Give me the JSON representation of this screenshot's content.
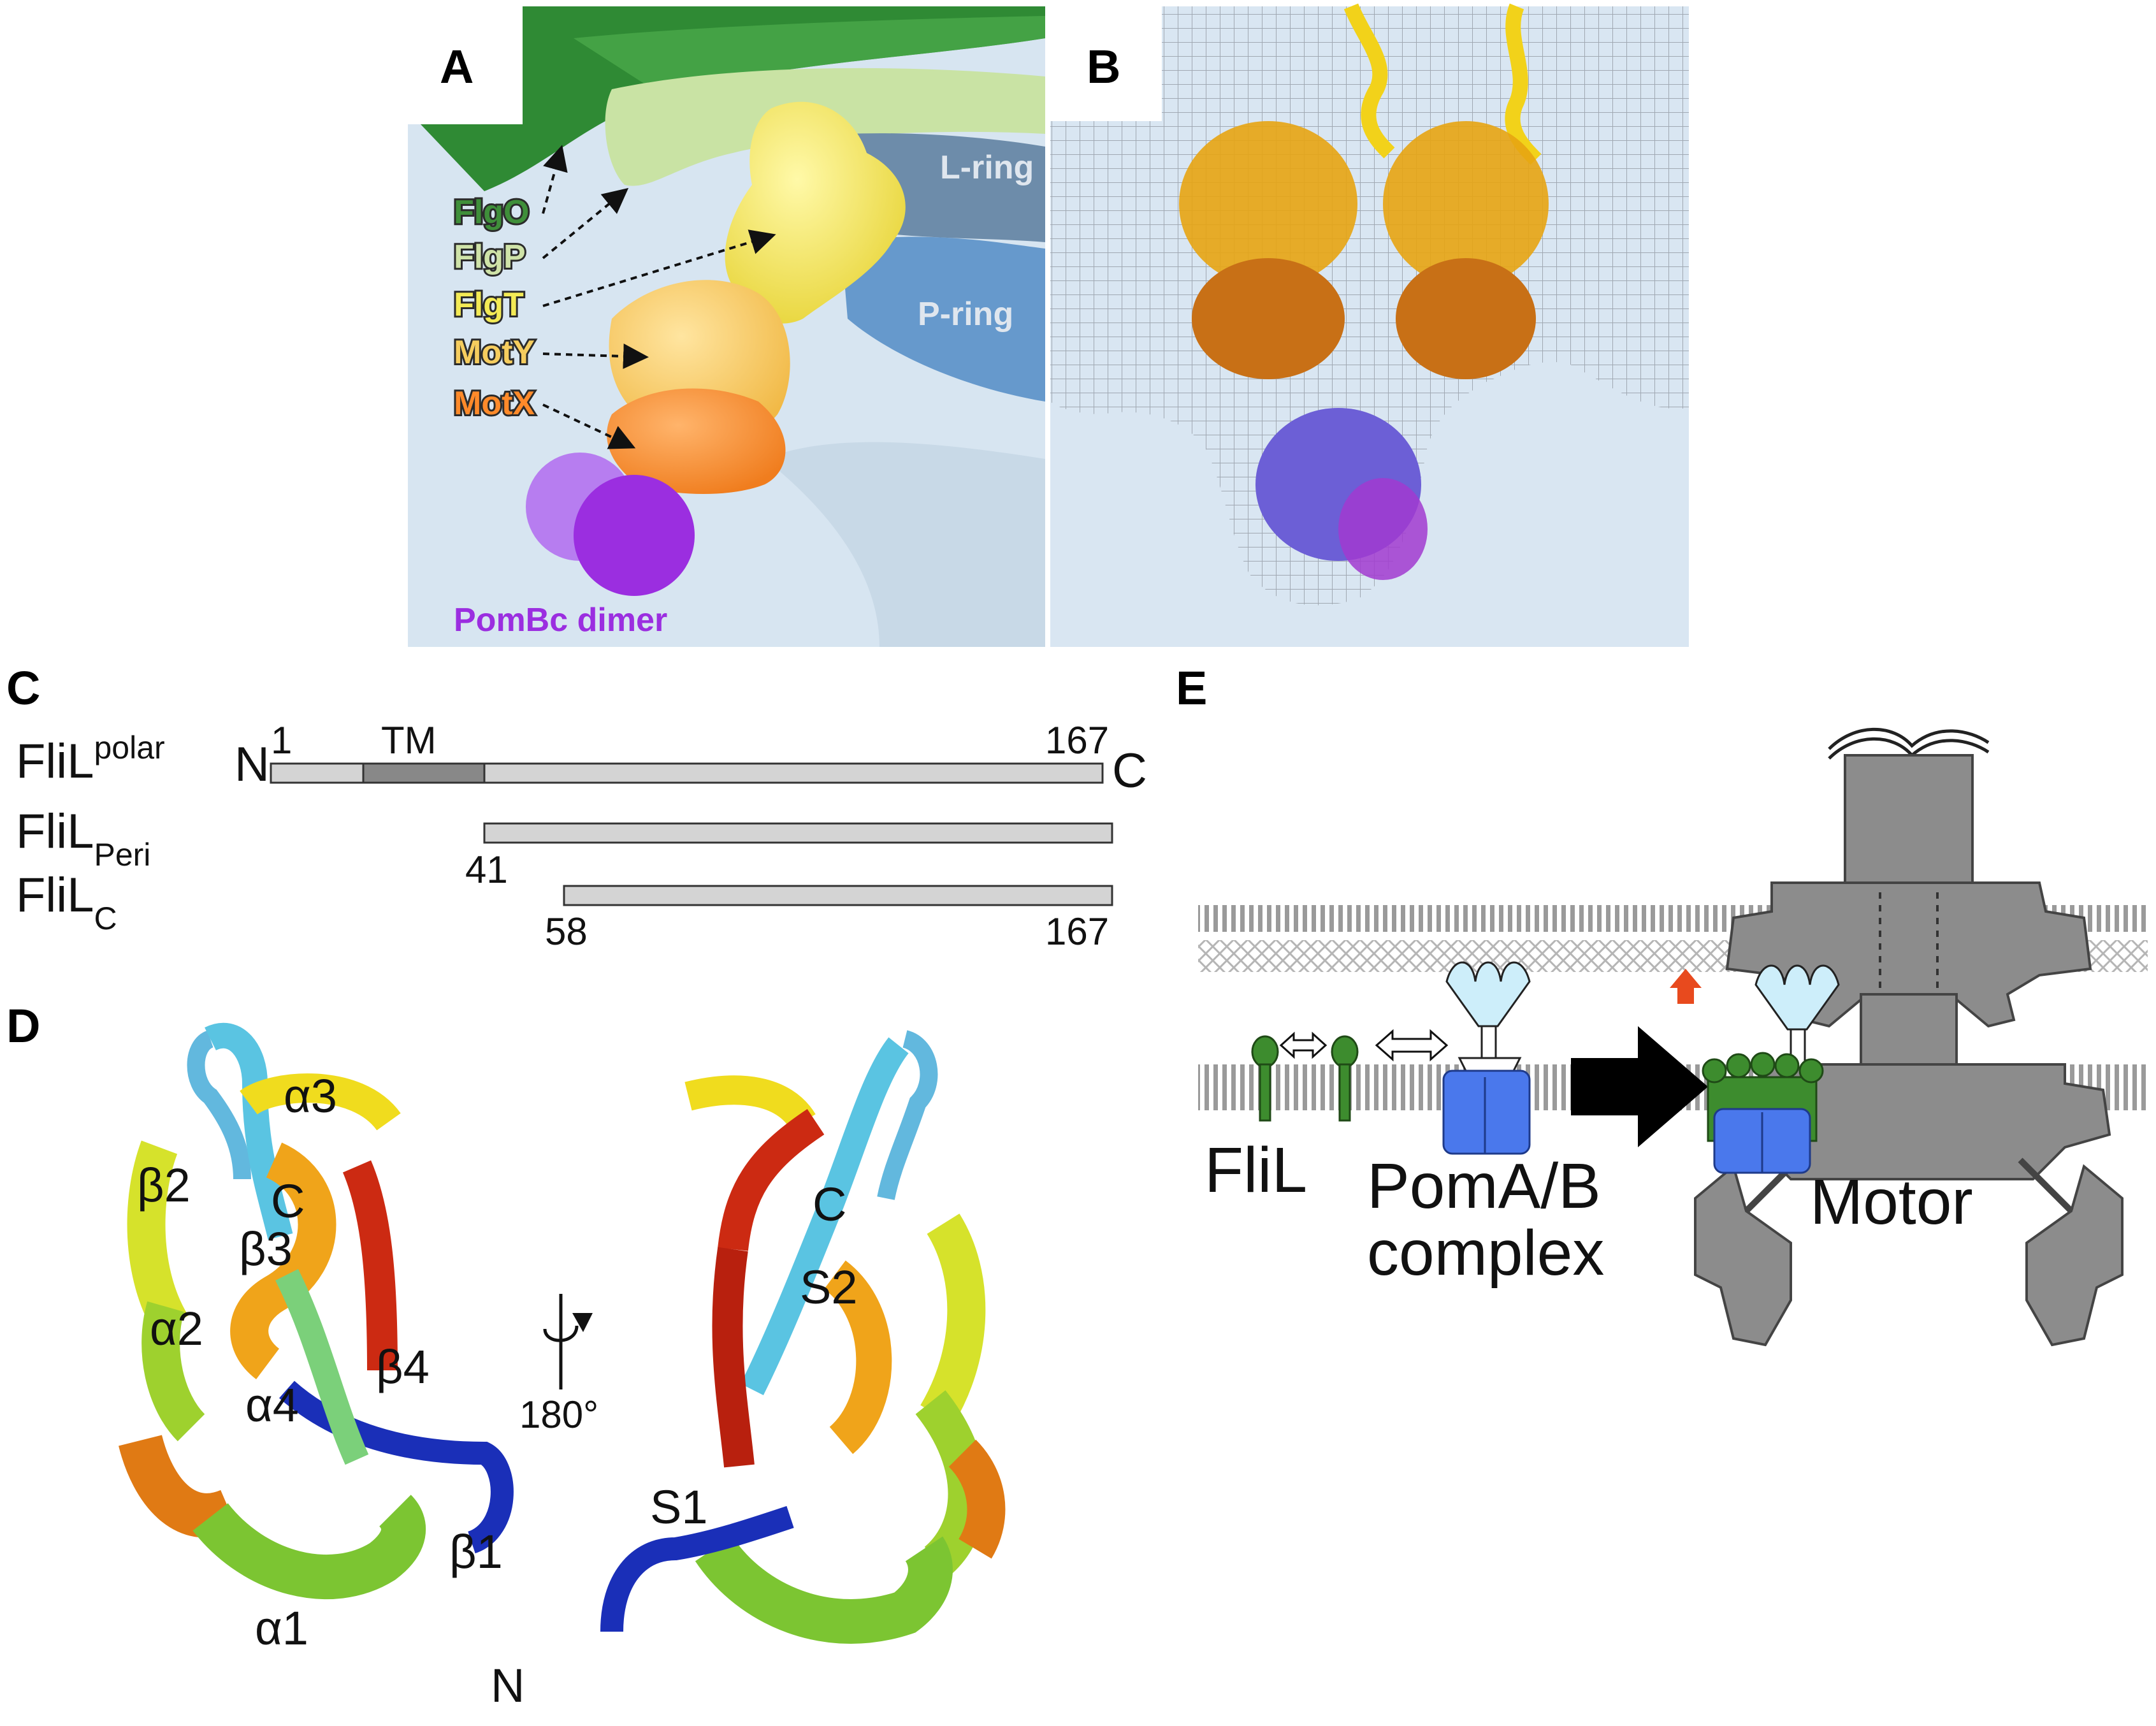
{
  "panels": {
    "a": {
      "label": "A",
      "components": [
        {
          "name": "FlgO",
          "color": "#3f8f3a"
        },
        {
          "name": "FlgP",
          "color": "#cfe3a8"
        },
        {
          "name": "FlgT",
          "color": "#f3ea55"
        },
        {
          "name": "MotY",
          "color": "#f6cd5e"
        },
        {
          "name": "MotX",
          "color": "#ff8a2a"
        }
      ],
      "dimer_label": "PomBc dimer",
      "dimer_color": "#9b2ee0",
      "l_ring": "L-ring",
      "p_ring": "P-ring"
    },
    "b": {
      "label": "B"
    },
    "c": {
      "label": "C",
      "rows": [
        {
          "base": "FliL",
          "sup": "polar",
          "sub": ""
        },
        {
          "base": "FliL",
          "sup": "",
          "sub": "Peri"
        },
        {
          "base": "FliL",
          "sup": "",
          "sub": "C"
        }
      ],
      "n_term": "N",
      "c_term": "C",
      "tm": "TM",
      "start": "1",
      "end": "167",
      "peri_start": "41",
      "c_start": "58",
      "c_end": "167"
    },
    "d": {
      "label": "D",
      "left_labels": {
        "a3": "α3",
        "b2": "β2",
        "c": "C",
        "b3": "β3",
        "a2": "α2",
        "a4": "α4",
        "b4": "β4",
        "b1": "β1",
        "a1": "α1",
        "n": "N"
      },
      "rotation": "180°",
      "right_labels": {
        "c": "C",
        "s2": "S2",
        "s1": "S1"
      }
    },
    "e": {
      "label": "E",
      "flil": "FliL",
      "poma_line1": "PomA/B",
      "poma_line2": "complex",
      "motor": "Motor"
    }
  }
}
